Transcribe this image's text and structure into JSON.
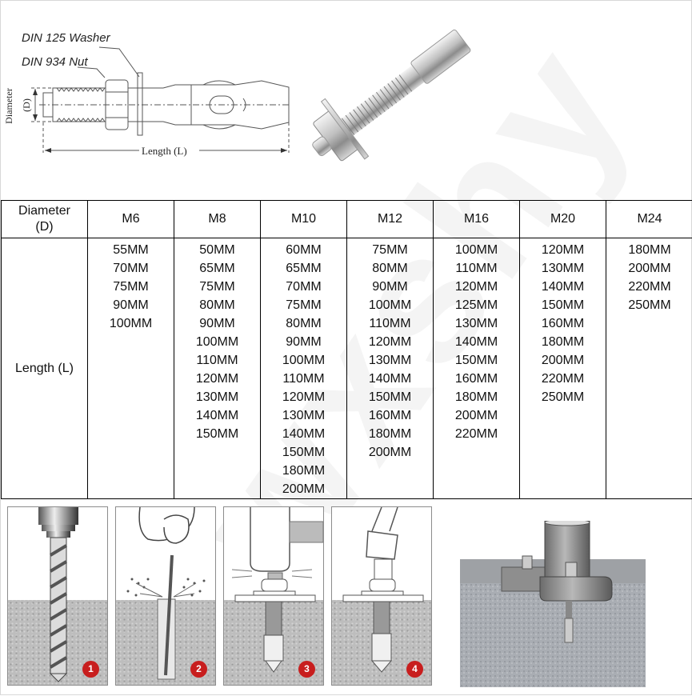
{
  "diagram": {
    "washer_label": "DIN 125 Washer",
    "nut_label": "DIN 934 Nut",
    "diameter_label": "Diameter",
    "diameter_symbol": "(D)",
    "length_label": "Length (L)"
  },
  "watermark": "wxshy",
  "table": {
    "header_label": "Diameter\n(D)",
    "header_label_line1": "Diameter",
    "header_label_line2": "(D)",
    "row_label": "Length (L)",
    "columns": [
      {
        "size": "M6",
        "lengths": [
          "55MM",
          "70MM",
          "75MM",
          "90MM",
          "100MM"
        ]
      },
      {
        "size": "M8",
        "lengths": [
          "50MM",
          "65MM",
          "75MM",
          "80MM",
          "90MM",
          "100MM",
          "110MM",
          "120MM",
          "130MM",
          "140MM",
          "150MM"
        ]
      },
      {
        "size": "M10",
        "lengths": [
          "60MM",
          "65MM",
          "70MM",
          "75MM",
          "80MM",
          "90MM",
          "100MM",
          "110MM",
          "120MM",
          "130MM",
          "140MM",
          "150MM",
          "180MM",
          "200MM"
        ]
      },
      {
        "size": "M12",
        "lengths": [
          "75MM",
          "80MM",
          "90MM",
          "100MM",
          "110MM",
          "120MM",
          "130MM",
          "140MM",
          "150MM",
          "160MM",
          "180MM",
          "200MM"
        ]
      },
      {
        "size": "M16",
        "lengths": [
          "100MM",
          "110MM",
          "120MM",
          "125MM",
          "130MM",
          "140MM",
          "150MM",
          "160MM",
          "180MM",
          "200MM",
          "220MM"
        ]
      },
      {
        "size": "M20",
        "lengths": [
          "120MM",
          "130MM",
          "140MM",
          "150MM",
          "160MM",
          "180MM",
          "200MM",
          "220MM",
          "250MM"
        ]
      },
      {
        "size": "M24",
        "lengths": [
          "180MM",
          "200MM",
          "220MM",
          "250MM"
        ]
      }
    ]
  },
  "steps": [
    {
      "number": "1",
      "icon": "drill-bit-icon"
    },
    {
      "number": "2",
      "icon": "blow-out-hole-icon"
    },
    {
      "number": "3",
      "icon": "hammer-anchor-icon"
    },
    {
      "number": "4",
      "icon": "torque-wrench-icon"
    }
  ],
  "colors": {
    "badge_red": "#c81e1e",
    "concrete_gray": "#bdbdbd",
    "border": "#000000"
  }
}
